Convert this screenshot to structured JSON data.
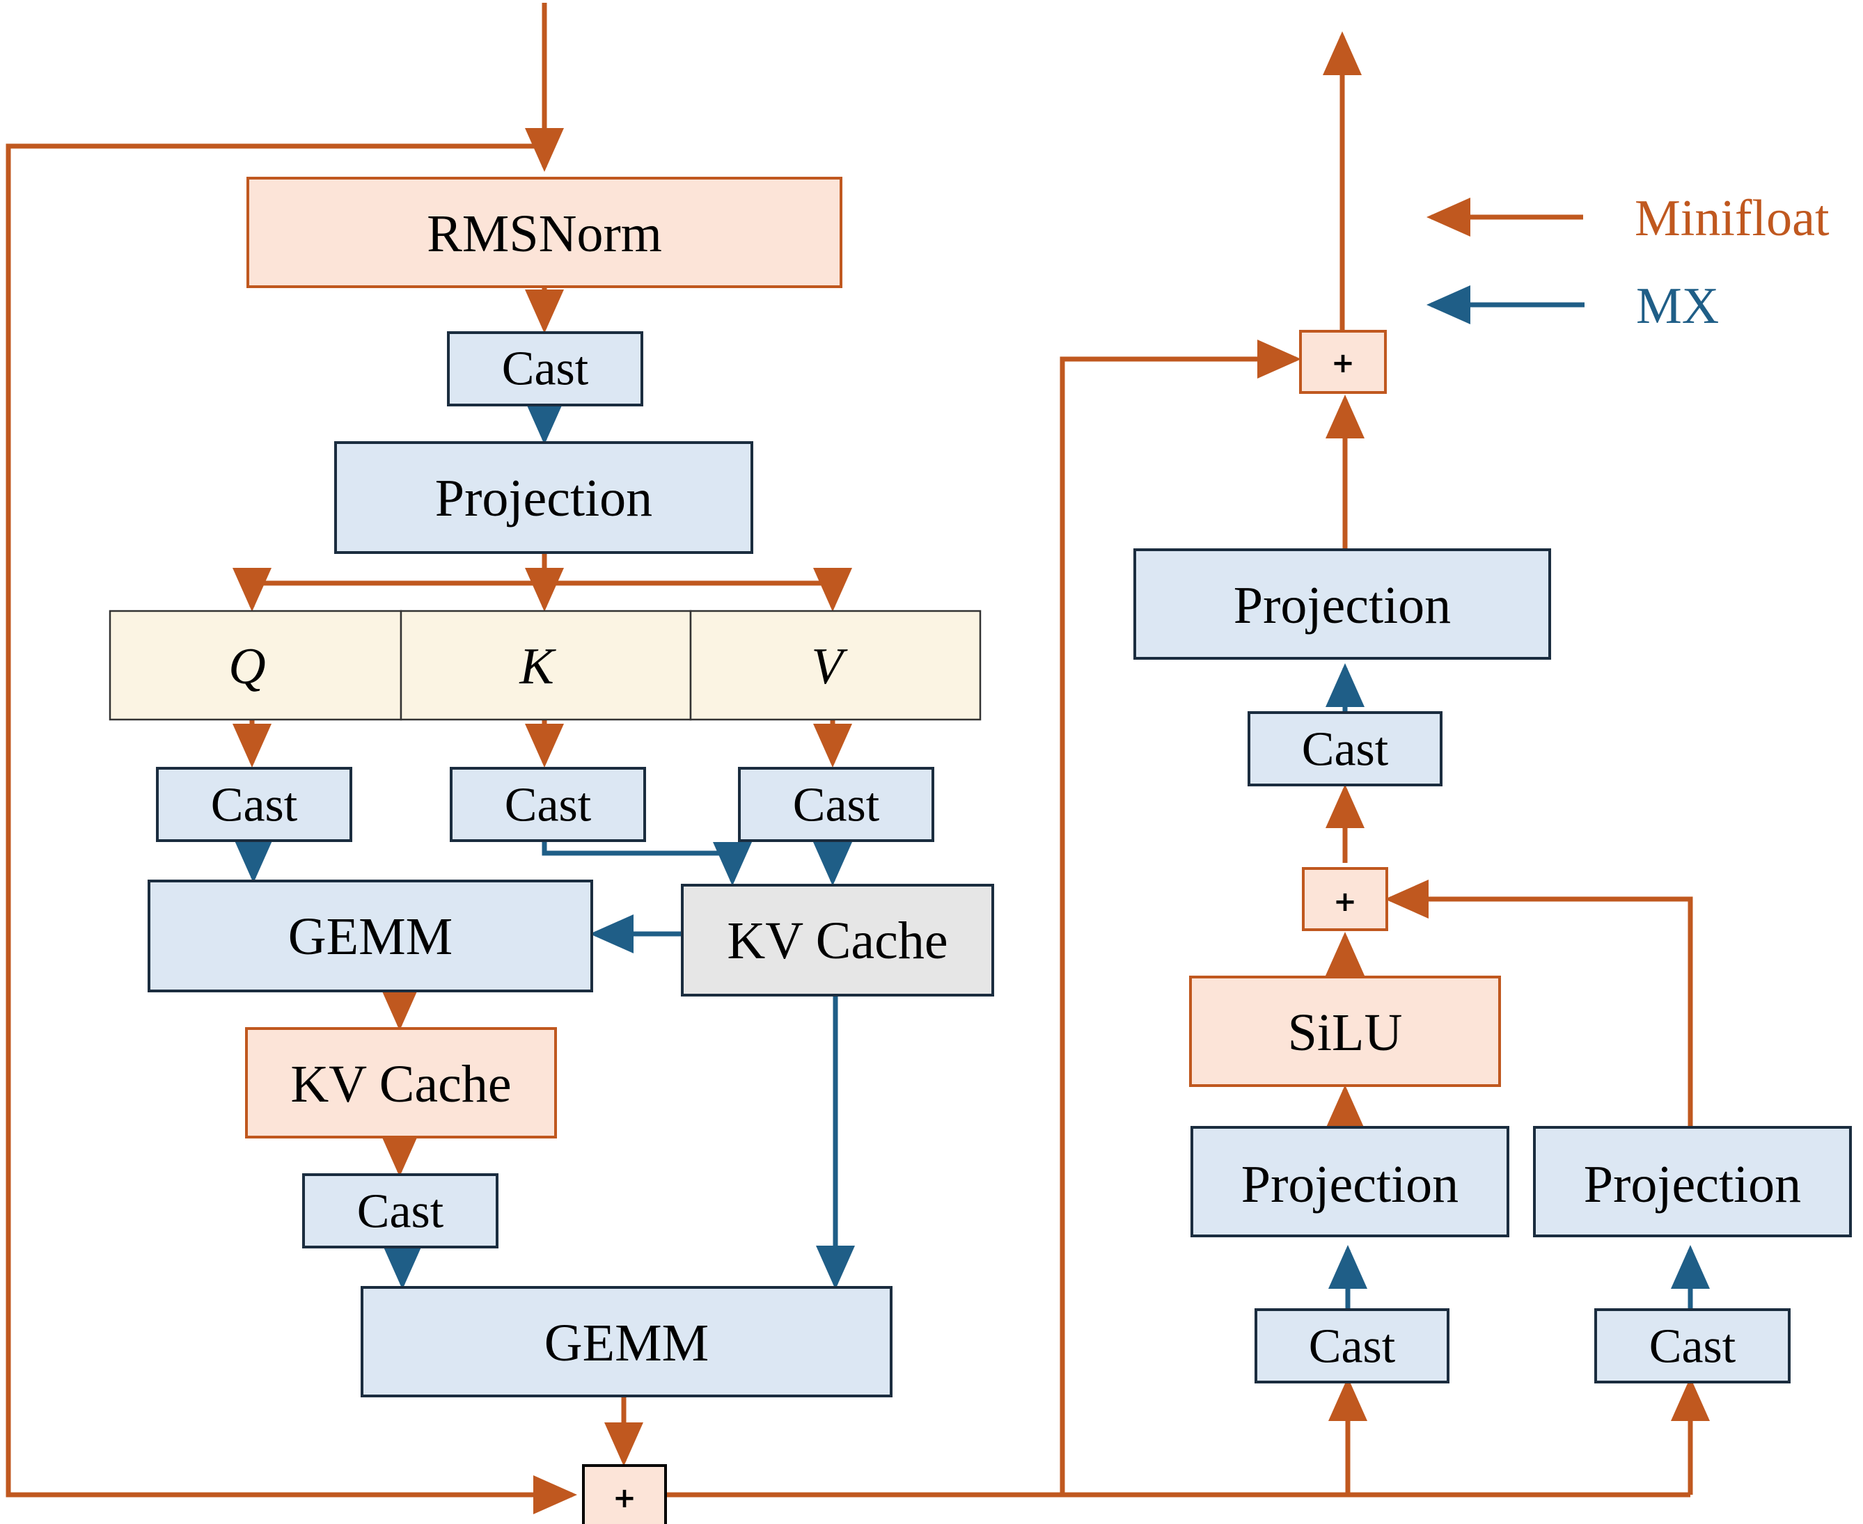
{
  "colors": {
    "orange": "#C0581F",
    "blue": "#1F5E87",
    "box_orange_fill": "#FCE4D8",
    "box_blue_fill": "#DCE7F3",
    "box_yellow_fill": "#FBF4E3",
    "box_gray_fill": "#E6E6E6",
    "box_dark_stroke": "#1B2D3F"
  },
  "legend": {
    "minifloat": "Minifloat",
    "mx": "MX"
  },
  "labels": {
    "rmsnorm": "RMSNorm",
    "cast": "Cast",
    "projection": "Projection",
    "q": "Q",
    "k": "K",
    "v": "V",
    "gemm": "GEMM",
    "kv_cache": "KV Cache",
    "silu": "SiLU",
    "plus": "+"
  }
}
